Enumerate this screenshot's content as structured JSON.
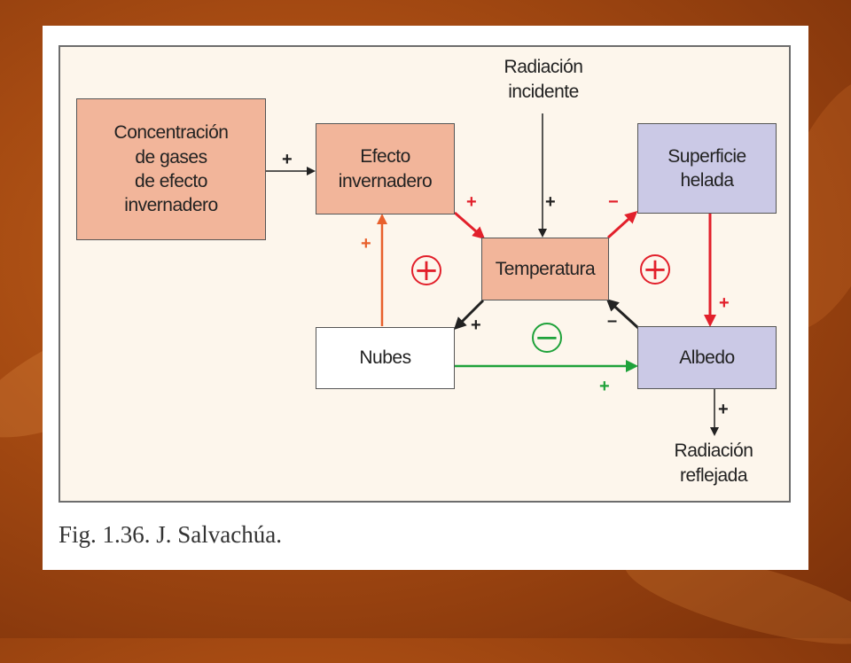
{
  "diagram": {
    "nodes": {
      "concentracion": "Concentración\nde gases\nde efecto\ninvernadero",
      "efecto": "Efecto\ninvernadero",
      "temperatura": "Temperatura",
      "superficie": "Superficie\nhelada",
      "nubes": "Nubes",
      "albedo": "Albedo"
    },
    "radiacion_incidente": "Radiación\nincidente",
    "radiacion_reflejada": "Radiación\nreflejada",
    "signs": {
      "plus": "+",
      "minus": "−",
      "dash": "–"
    },
    "loops": {
      "left": "+",
      "center": "−",
      "right": "+"
    },
    "colors": {
      "salmon_box": "#f2b59a",
      "lilac_box": "#cbc9e6",
      "red_arrow": "#e2202b",
      "orange_arrow": "#e8602c",
      "green_arrow": "#1fa23a",
      "black_arrow": "#222222"
    }
  },
  "caption": "Fig. 1.36.  J. Salvachúa."
}
